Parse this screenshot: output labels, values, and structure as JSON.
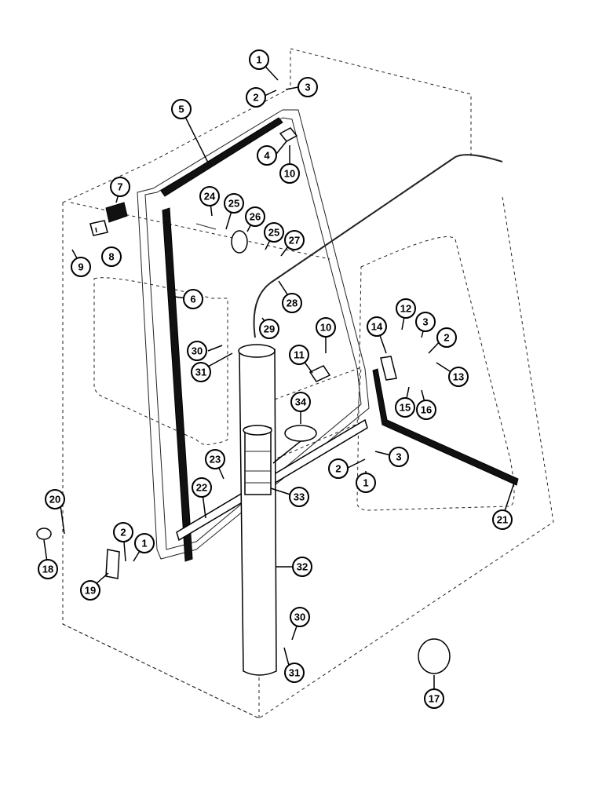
{
  "diagram": {
    "callouts": [
      {
        "label": "1"
      },
      {
        "label": "2"
      },
      {
        "label": "3"
      },
      {
        "label": "4"
      },
      {
        "label": "10"
      },
      {
        "label": "5"
      },
      {
        "label": "7"
      },
      {
        "label": "8"
      },
      {
        "label": "9"
      },
      {
        "label": "24"
      },
      {
        "label": "25"
      },
      {
        "label": "26"
      },
      {
        "label": "25"
      },
      {
        "label": "27"
      },
      {
        "label": "28"
      },
      {
        "label": "6"
      },
      {
        "label": "29"
      },
      {
        "label": "10"
      },
      {
        "label": "12"
      },
      {
        "label": "3"
      },
      {
        "label": "2"
      },
      {
        "label": "14"
      },
      {
        "label": "13"
      },
      {
        "label": "11"
      },
      {
        "label": "30"
      },
      {
        "label": "31"
      },
      {
        "label": "34"
      },
      {
        "label": "15"
      },
      {
        "label": "16"
      },
      {
        "label": "3"
      },
      {
        "label": "2"
      },
      {
        "label": "1"
      },
      {
        "label": "23"
      },
      {
        "label": "22"
      },
      {
        "label": "33"
      },
      {
        "label": "21"
      },
      {
        "label": "20"
      },
      {
        "label": "2"
      },
      {
        "label": "1"
      },
      {
        "label": "18"
      },
      {
        "label": "19"
      },
      {
        "label": "32"
      },
      {
        "label": "30"
      },
      {
        "label": "31"
      },
      {
        "label": "17"
      }
    ]
  }
}
